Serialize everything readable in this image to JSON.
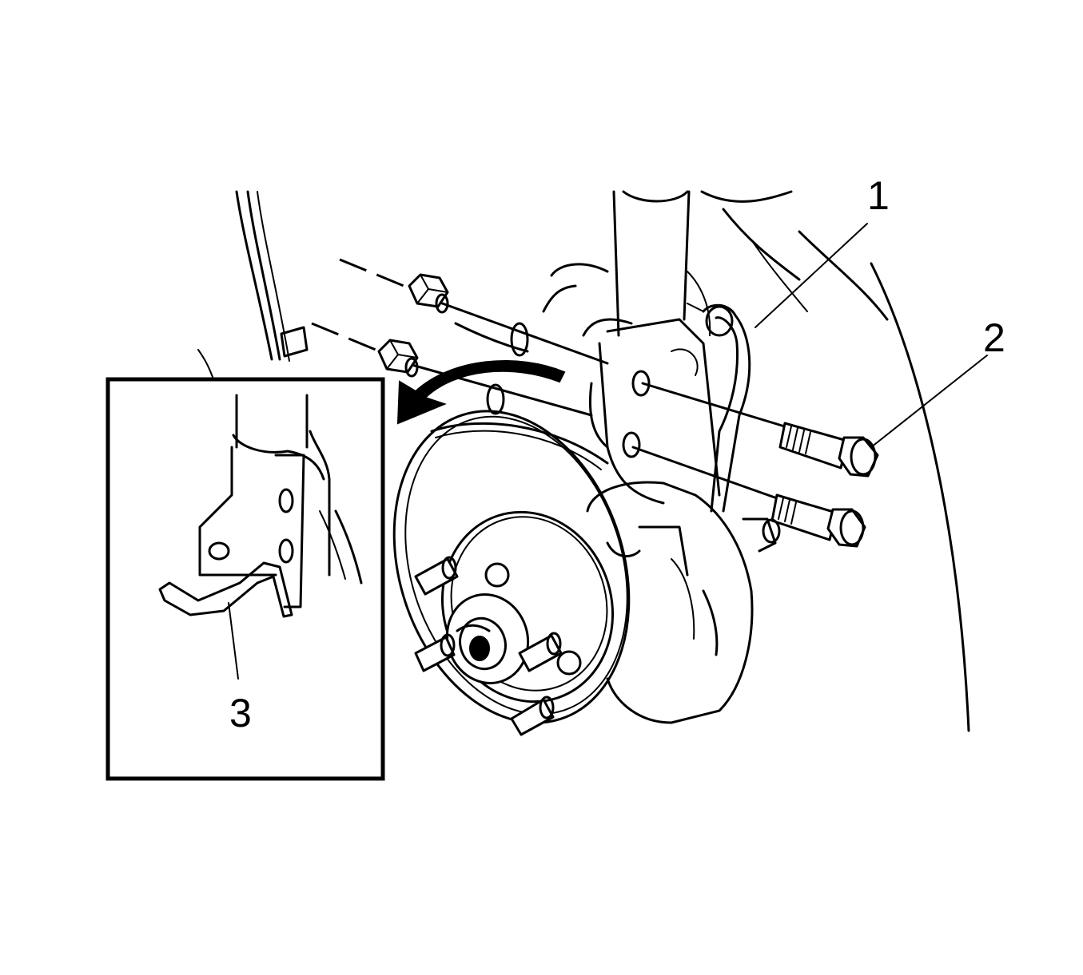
{
  "callouts": {
    "one": "1",
    "two": "2",
    "three": "3"
  },
  "colors": {
    "ink": "#000000",
    "paper": "#ffffff"
  },
  "icons": {
    "rotation_arrow": "curved-arrow-icon"
  }
}
